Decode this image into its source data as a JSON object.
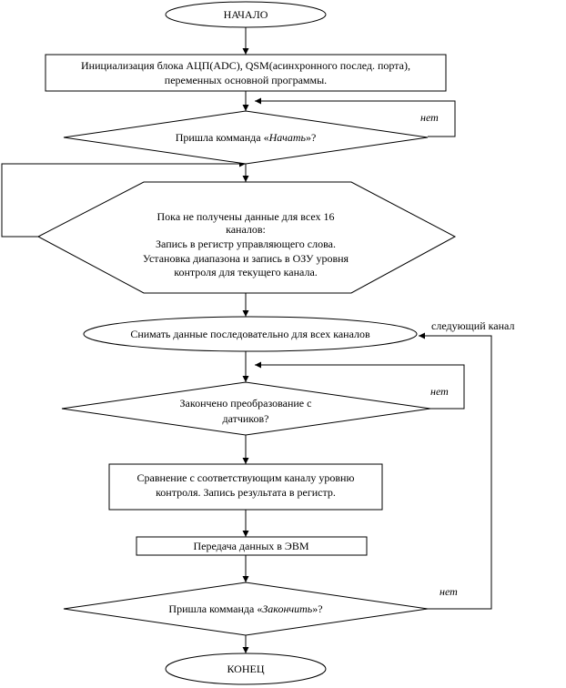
{
  "flowchart": {
    "start": "НАЧАЛО",
    "init": [
      "Инициализация блока АЦП(ADC), QSM(асинхронного послед. порта),",
      "переменных основной программы."
    ],
    "cond_start": {
      "prefix": "Пришла комманда «",
      "emph": "Начать",
      "suffix": "»?"
    },
    "label_no_1": "нет",
    "loop_block": [
      "Пока не получены данные для всех 16",
      "каналов:",
      "Запись в регистр управляющего слова.",
      "Установка диапазона и запись в ОЗУ уровня",
      "контроля для текущего канала."
    ],
    "read_all": "Снимать данные последовательно для всех каналов",
    "label_next_channel": "следующий канал",
    "cond_convert": [
      "Закончено преобразование с",
      "датчиков?"
    ],
    "label_no_2": "нет",
    "compare": [
      "Сравнение с соответствующим каналу уровню",
      "контроля. Запись результата в регистр."
    ],
    "transfer": "Передача данных в ЭВМ",
    "cond_finish": {
      "prefix": "Пришла комманда «",
      "emph": "Закончить",
      "suffix": "»?"
    },
    "label_no_3": "нет",
    "end": "КОНЕЦ"
  }
}
